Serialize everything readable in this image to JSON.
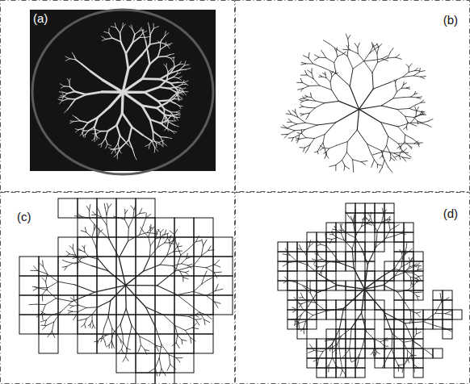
{
  "diagram": {
    "nodes": [
      {
        "text": [
          "(a)"
        ]
      },
      {
        "text": [
          "(b)"
        ]
      },
      {
        "text": [
          "(c)"
        ]
      },
      {
        "text": [
          "(d)"
        ]
      }
    ]
  }
}
